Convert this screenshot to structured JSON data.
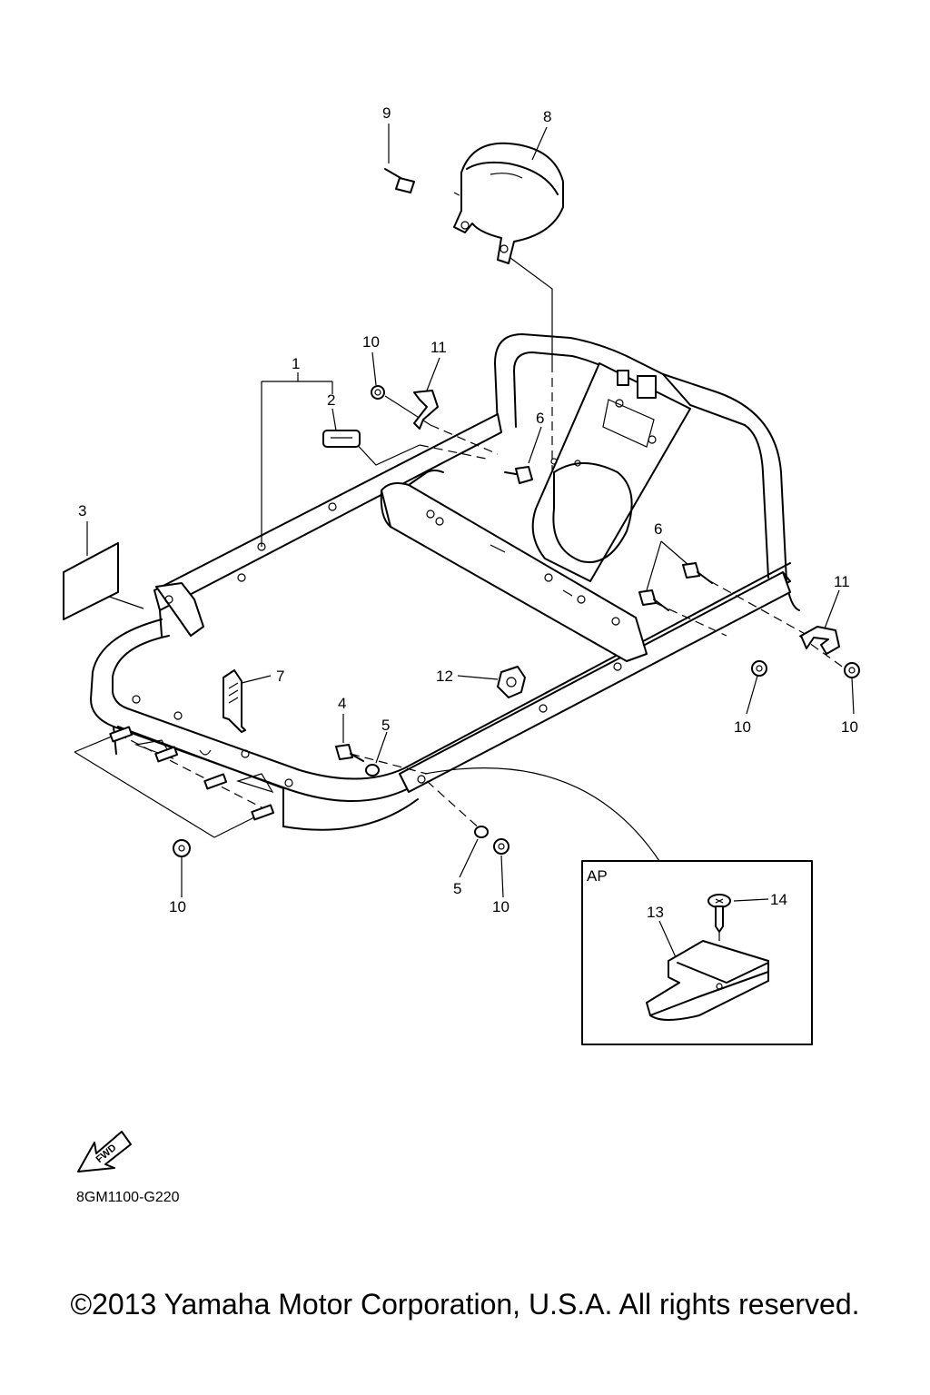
{
  "callouts": {
    "n1": "1",
    "n2": "2",
    "n3": "3",
    "n4": "4",
    "n5a": "5",
    "n5b": "5",
    "n6a": "6",
    "n6b": "6",
    "n7": "7",
    "n8": "8",
    "n9": "9",
    "n10a": "10",
    "n10b": "10",
    "n10c": "10",
    "n10d": "10",
    "n10e": "10",
    "n11a": "11",
    "n11b": "11",
    "n12": "12",
    "n13": "13",
    "n14": "14"
  },
  "inset": {
    "label": "AP"
  },
  "fwd_arrow": {
    "text": "FWD"
  },
  "diagram_code": "8GM1100-G220",
  "copyright": "©2013 Yamaha Motor Corporation, U.S.A. All rights reserved."
}
